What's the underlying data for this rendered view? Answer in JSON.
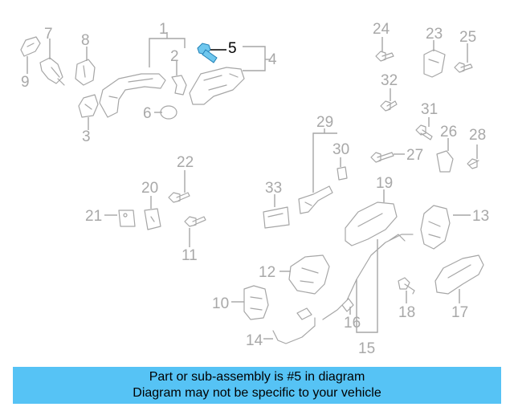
{
  "callouts": [
    {
      "id": "1",
      "text": "1"
    },
    {
      "id": "2",
      "text": "2"
    },
    {
      "id": "3",
      "text": "3"
    },
    {
      "id": "4",
      "text": "4"
    },
    {
      "id": "5",
      "text": "5"
    },
    {
      "id": "6",
      "text": "6"
    },
    {
      "id": "7",
      "text": "7"
    },
    {
      "id": "8",
      "text": "8"
    },
    {
      "id": "9",
      "text": "9"
    },
    {
      "id": "10",
      "text": "10"
    },
    {
      "id": "11",
      "text": "11"
    },
    {
      "id": "12",
      "text": "12"
    },
    {
      "id": "13",
      "text": "13"
    },
    {
      "id": "14",
      "text": "14"
    },
    {
      "id": "15",
      "text": "15"
    },
    {
      "id": "16",
      "text": "16"
    },
    {
      "id": "17",
      "text": "17"
    },
    {
      "id": "18",
      "text": "18"
    },
    {
      "id": "19",
      "text": "19"
    },
    {
      "id": "20",
      "text": "20"
    },
    {
      "id": "21",
      "text": "21"
    },
    {
      "id": "22",
      "text": "22"
    },
    {
      "id": "23",
      "text": "23"
    },
    {
      "id": "24",
      "text": "24"
    },
    {
      "id": "25",
      "text": "25"
    },
    {
      "id": "26",
      "text": "26"
    },
    {
      "id": "27",
      "text": "27"
    },
    {
      "id": "28",
      "text": "28"
    },
    {
      "id": "29",
      "text": "29"
    },
    {
      "id": "30",
      "text": "30"
    },
    {
      "id": "31",
      "text": "31"
    },
    {
      "id": "32",
      "text": "32"
    },
    {
      "id": "33",
      "text": "33"
    }
  ],
  "highlighted_part": "5",
  "colors": {
    "banner": "#56c3f5",
    "highlight": "#6fc7ee",
    "parts": "#a6a6a6"
  },
  "banner": {
    "line1": "Part or sub-assembly is #5 in diagram",
    "line2": "Diagram may not be specific to your vehicle"
  }
}
